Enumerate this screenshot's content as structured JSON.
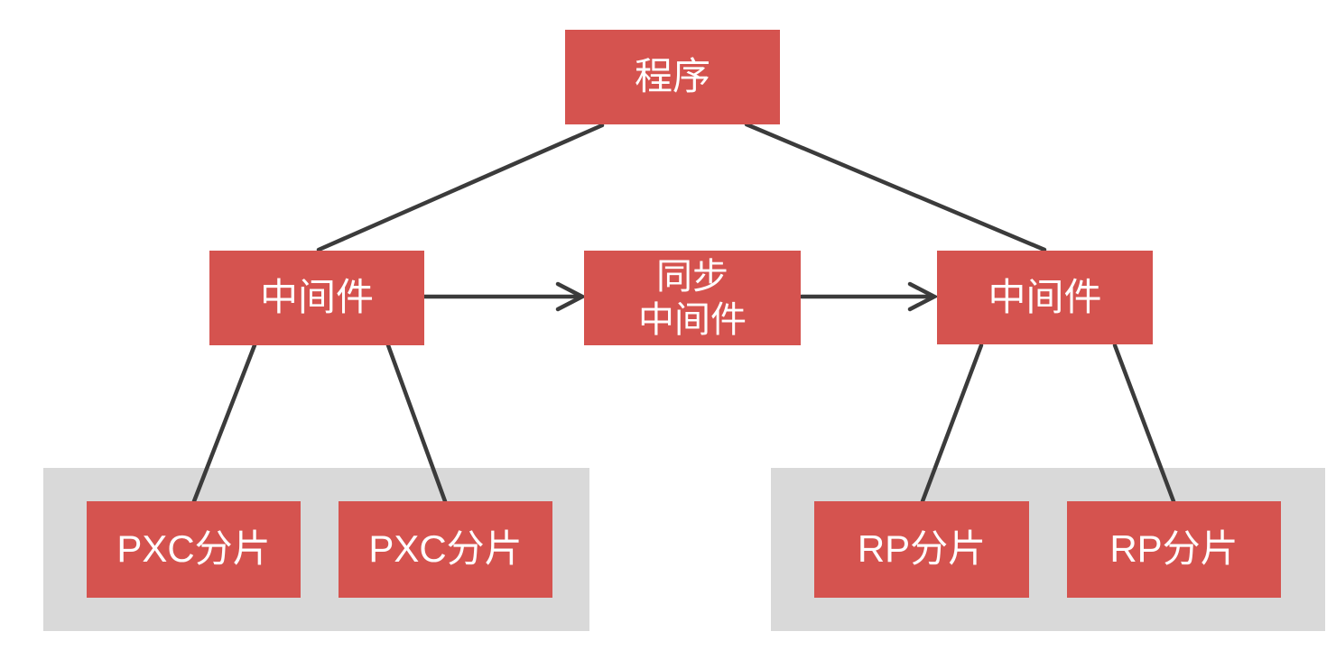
{
  "colors": {
    "node_fill": "#d5534f",
    "node_text": "#ffffff",
    "cluster_fill": "#d9d9d9",
    "connector": "#3b3b3b",
    "background": "#ffffff"
  },
  "diagram": {
    "program": {
      "label": "程序"
    },
    "left_middleware": {
      "label": "中间件"
    },
    "sync_middleware": {
      "label": "同步\n中间件"
    },
    "right_middleware": {
      "label": "中间件"
    },
    "pxc_cluster": {
      "shards": [
        {
          "label": "PXC分片"
        },
        {
          "label": "PXC分片"
        }
      ]
    },
    "rp_cluster": {
      "shards": [
        {
          "label": "RP分片"
        },
        {
          "label": "RP分片"
        }
      ]
    }
  }
}
